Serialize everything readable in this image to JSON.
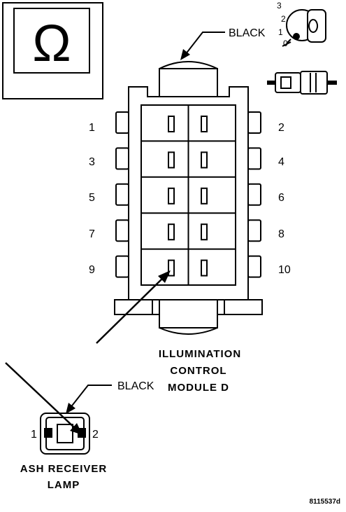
{
  "connector": {
    "wire_color_label": "BLACK",
    "cavity_numbers": [
      "1",
      "2",
      "3",
      "4",
      "5",
      "6",
      "7",
      "8",
      "9",
      "10"
    ],
    "name_lines": [
      "ILLUMINATION",
      "CONTROL",
      "MODULE D"
    ]
  },
  "lamp": {
    "wire_color_label": "BLACK",
    "pin_left": "1",
    "pin_right": "2",
    "name_lines": [
      "ASH RECEIVER",
      "LAMP"
    ]
  },
  "ignition": {
    "positions": [
      "3",
      "2",
      "1",
      "0"
    ]
  },
  "meter_symbol": "Ω",
  "figure_code": "8115537d"
}
